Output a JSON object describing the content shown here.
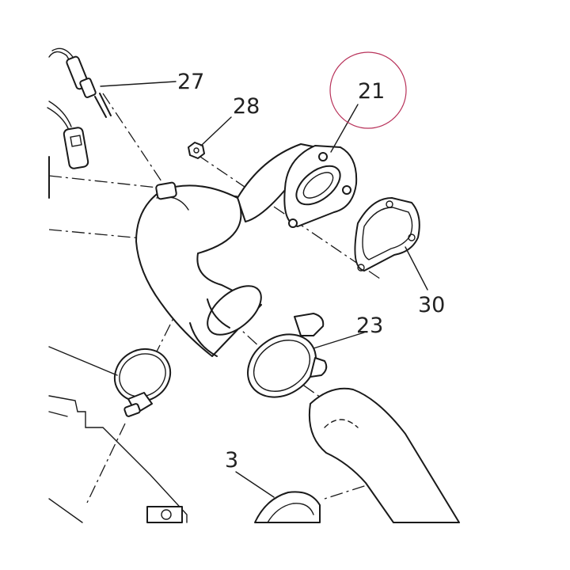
{
  "callouts": {
    "c27": "27",
    "c28": "28",
    "c21": "21",
    "c23": "23",
    "c30": "30",
    "c3": "3"
  },
  "colors": {
    "highlight_circle": "#b8325a",
    "line": "#1a1a1a"
  }
}
